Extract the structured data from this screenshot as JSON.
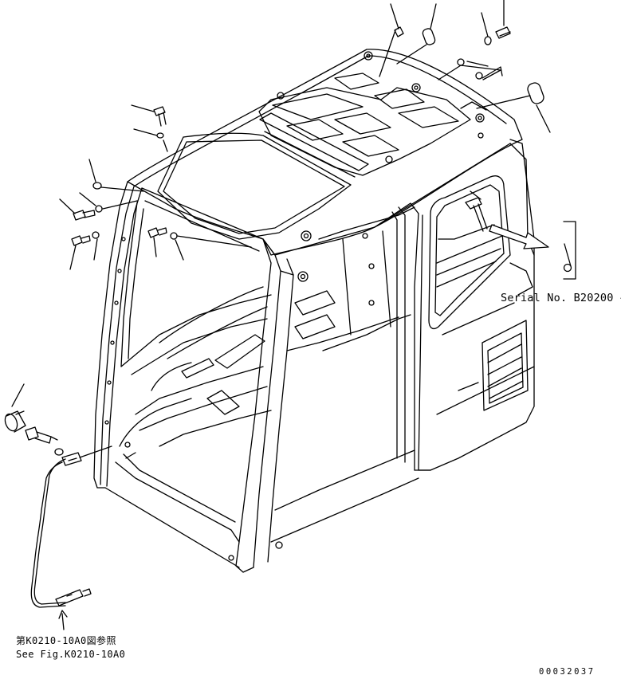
{
  "annotations": {
    "serial_label": "Serial No. B20200 ~",
    "reference_jp": "第K0210-10A0図参照",
    "reference_en": "See Fig.K0210-10A0",
    "drawing_code": "00032037"
  }
}
